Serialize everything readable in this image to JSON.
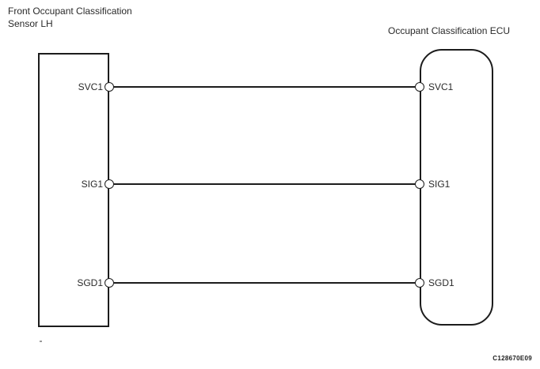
{
  "left_component": {
    "title_line1": "Front Occupant Classification",
    "title_line2": "Sensor LH"
  },
  "right_component": {
    "title": "Occupant Classification ECU"
  },
  "wires": [
    {
      "left_label": "SVC1",
      "right_label": "SVC1"
    },
    {
      "left_label": "SIG1",
      "right_label": "SIG1"
    },
    {
      "left_label": "SGD1",
      "right_label": "SGD1"
    }
  ],
  "figure_code": "C128670E09",
  "colors": {
    "line": "#1c1c1c",
    "background": "#ffffff"
  }
}
